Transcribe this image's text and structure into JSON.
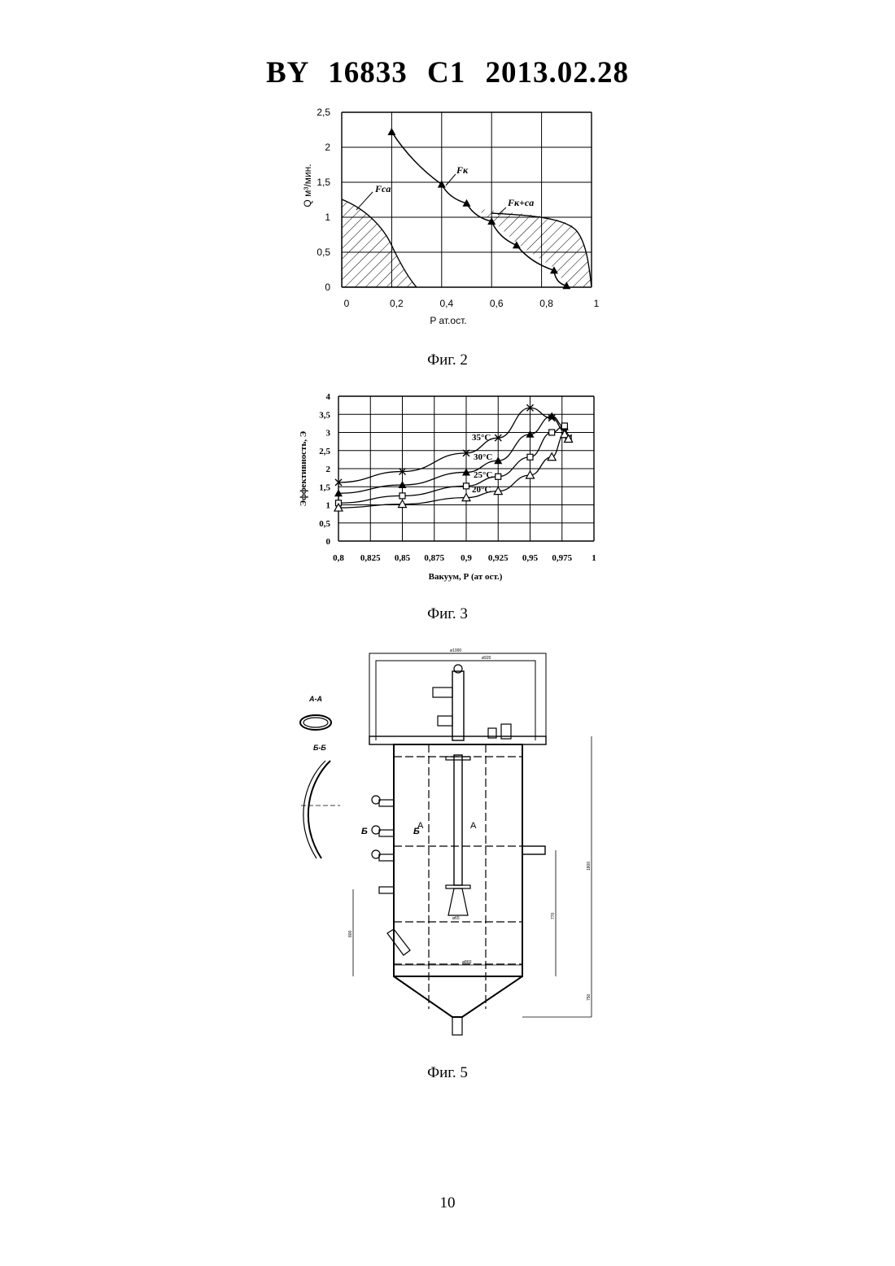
{
  "document": {
    "header": "BY  16833  C1  2013.02.28",
    "page_number": "10"
  },
  "figures": {
    "fig2": {
      "caption": "Фиг. 2",
      "xlabel": "P ат.ост.",
      "ylabel": "Q м³/мин.",
      "xticks": [
        "0",
        "0,2",
        "0,4",
        "0,6",
        "0,8",
        "1"
      ],
      "yticks": [
        "0",
        "0,5",
        "1",
        "1,5",
        "2",
        "2,5"
      ],
      "labels": {
        "fca": "Fca",
        "fk": "Fк",
        "fkca": "Fк+ca"
      }
    },
    "fig3": {
      "caption": "Фиг. 3",
      "xlabel": "Вакуум, Р (ат ост.)",
      "ylabel": "Эффективность, Э",
      "xticks": [
        "0,8",
        "0,825",
        "0,85",
        "0,875",
        "0,9",
        "0,925",
        "0,95",
        "0,975",
        "1"
      ],
      "yticks": [
        "0",
        "0,5",
        "1",
        "1,5",
        "2",
        "2,5",
        "3",
        "3,5",
        "4"
      ],
      "series_labels": {
        "t35": "35°C",
        "t30": "30°C",
        "t25": "25°C",
        "t20": "20°C"
      }
    },
    "fig5": {
      "caption": "Фиг. 5",
      "section_aa": "А-А",
      "section_bb": "Б-Б",
      "marker_a": "А",
      "marker_b": "Б",
      "dim_top_outer": "ø1000",
      "dim_top_inner": "ø920",
      "dim_height": "1800",
      "dim_mid": "770",
      "dim_cone": "750",
      "dim_body": "ø860",
      "dim_nozzle": "ø65",
      "dim_left": "800"
    }
  },
  "chart_data": [
    {
      "type": "line",
      "figure": "Фиг. 2",
      "xlabel": "P ат.ост.",
      "ylabel": "Q м³/мин.",
      "xlim": [
        0,
        1
      ],
      "ylim": [
        0,
        2.5
      ],
      "grid": true,
      "series": [
        {
          "name": "Fк",
          "x": [
            0.2,
            0.4,
            0.5,
            0.6,
            0.7,
            0.85,
            0.9
          ],
          "y": [
            2.22,
            1.47,
            1.2,
            0.94,
            0.6,
            0.24,
            0.02
          ]
        }
      ],
      "annotations": [
        "Fca",
        "Fк+ca"
      ]
    },
    {
      "type": "line",
      "figure": "Фиг. 3",
      "xlabel": "Вакуум, Р (ат ост.)",
      "ylabel": "Эффективность, Э",
      "xlim": [
        0.8,
        1
      ],
      "ylim": [
        0,
        4
      ],
      "grid": true,
      "series": [
        {
          "name": "35°C",
          "x": [
            0.8,
            0.85,
            0.9,
            0.925,
            0.95,
            0.967,
            0.977,
            0.98
          ],
          "y": [
            1.62,
            1.92,
            2.43,
            2.85,
            3.68,
            3.4,
            3.05,
            2.85
          ]
        },
        {
          "name": "30°C",
          "x": [
            0.8,
            0.85,
            0.9,
            0.925,
            0.95,
            0.967,
            0.977,
            0.98
          ],
          "y": [
            1.32,
            1.55,
            1.9,
            2.22,
            2.95,
            3.45,
            3.15,
            2.85
          ]
        },
        {
          "name": "25°C",
          "x": [
            0.8,
            0.85,
            0.9,
            0.925,
            0.95,
            0.967,
            0.977,
            0.98
          ],
          "y": [
            1.05,
            1.25,
            1.52,
            1.78,
            2.32,
            3.0,
            3.18,
            2.82
          ]
        },
        {
          "name": "20°C",
          "x": [
            0.8,
            0.85,
            0.9,
            0.925,
            0.95,
            0.967,
            0.977,
            0.98
          ],
          "y": [
            0.92,
            1.02,
            1.2,
            1.38,
            1.82,
            2.32,
            2.95,
            2.82
          ]
        }
      ]
    }
  ]
}
